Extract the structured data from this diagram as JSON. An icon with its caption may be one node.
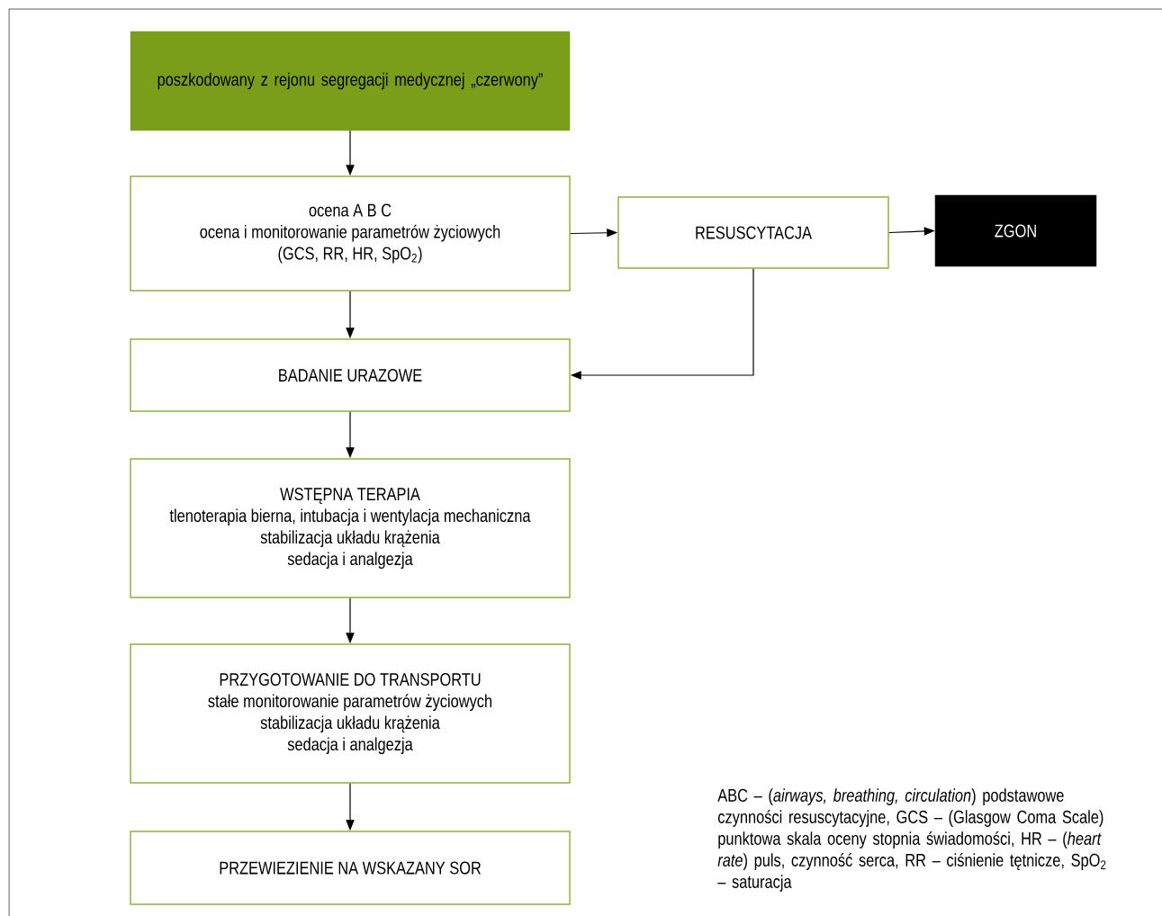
{
  "diagram": {
    "nodes": [
      {
        "text": [
          "poszkodowany z rejonu segregacji medycznej „czerwony”"
        ]
      },
      {
        "text": [
          "ocena A B C",
          "ocena i monitorowanie parametrów życiowych",
          "(GCS, RR, HR, SpO$_{2}$)"
        ]
      },
      {
        "text": [
          "RESUSCYTACJA"
        ]
      },
      {
        "text": [
          "ZGON"
        ]
      },
      {
        "text": [
          "BADANIE URAZOWE"
        ]
      },
      {
        "text": [
          "WSTĘPNA TERAPIA",
          "tlenoterapia bierna, intubacja i wentylacja mechaniczna",
          "stabilizacja układu krążenia",
          "sedacja i analgezja"
        ]
      },
      {
        "text": [
          "PRZYGOTOWANIE DO TRANSPORTU",
          "stałe monitorowanie parametrów życiowych",
          "stabilizacja układu krążenia",
          "sedacja i analgezja"
        ]
      },
      {
        "text": [
          "PRZEWIEZIENIE NA WSKAZANY SOR"
        ]
      }
    ],
    "edges": [
      {
        "from": 0,
        "to": 1,
        "arrow": "to"
      },
      {
        "from": 1,
        "to": 2,
        "arrow": "to"
      },
      {
        "from": 2,
        "to": 3,
        "arrow": "to"
      },
      {
        "from": 1,
        "to": 4,
        "arrow": "to"
      },
      {
        "from": 2,
        "to": 4,
        "arrow": "to"
      },
      {
        "from": 4,
        "to": 5,
        "arrow": "to"
      },
      {
        "from": 5,
        "to": 6,
        "arrow": "to"
      },
      {
        "from": 6,
        "to": 7,
        "arrow": "to"
      }
    ],
    "labels": [
      "ABC – (*airways, breathing, circulation*) podstawowe czynności resuscytacyjne, GCS – (Glasgow Coma Scale) punktowa skala oceny stopnia świadomości, HR – (*heart rate*) puls, czynność serca, RR – ciśnienie tętnicze, SpO$_{2}$ – saturacja"
    ]
  }
}
